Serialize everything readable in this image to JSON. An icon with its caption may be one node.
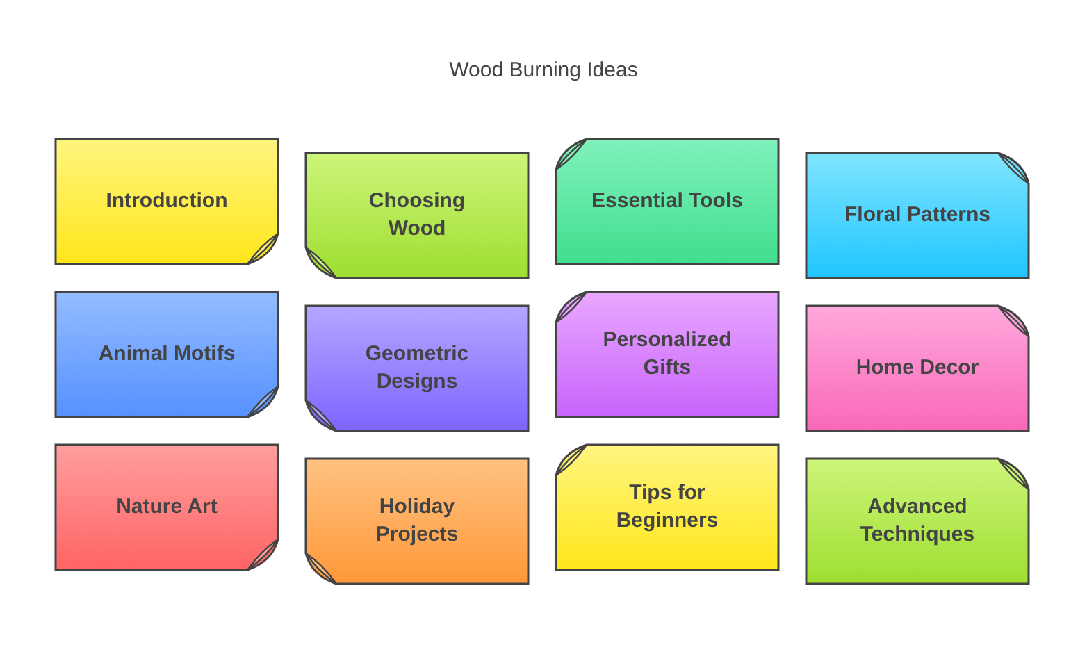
{
  "diagram": {
    "title": "Wood Burning Ideas",
    "nodes": [
      {
        "text": [
          "Introduction"
        ]
      },
      {
        "text": [
          "Choosing Wood"
        ]
      },
      {
        "text": [
          "Essential Tools"
        ]
      },
      {
        "text": [
          "Floral Patterns"
        ]
      },
      {
        "text": [
          "Animal Motifs"
        ]
      },
      {
        "text": [
          "Geometric Designs"
        ]
      },
      {
        "text": [
          "Personalized Gifts"
        ]
      },
      {
        "text": [
          "Home Decor"
        ]
      },
      {
        "text": [
          "Nature Art"
        ]
      },
      {
        "text": [
          "Holiday Projects"
        ]
      },
      {
        "text": [
          "Tips for Beginners"
        ]
      },
      {
        "text": [
          "Advanced Techniques"
        ]
      }
    ]
  }
}
